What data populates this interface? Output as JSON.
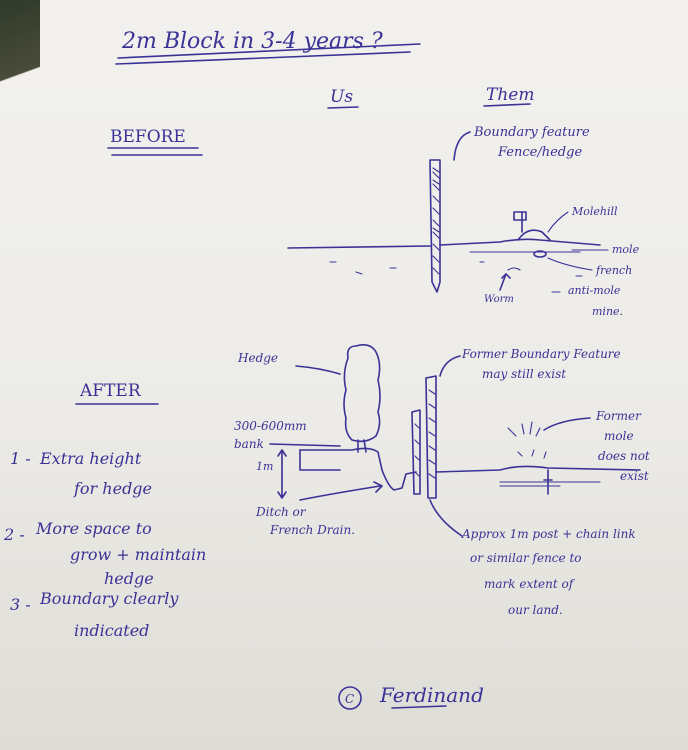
{
  "title": "2m Block in 3-4 years ?",
  "headers": {
    "us": "Us",
    "them": "Them"
  },
  "before": {
    "heading": "BEFORE",
    "boundary_feature": "Boundary feature",
    "boundary_feature_sub": "Fence/hedge",
    "molehill": "Molehill",
    "mole": "mole",
    "french": "french",
    "anti_mole": "anti-mole",
    "mine": "mine.",
    "worm": "Worm"
  },
  "after": {
    "heading": "AFTER",
    "hedge": "Hedge",
    "former_boundary": "Former Boundary Feature",
    "may_still_exist": "may still exist",
    "bank": "300-600mm",
    "bank_sub": "bank",
    "one_m": "1m",
    "ditch": "Ditch or",
    "french_drain": "French Drain.",
    "former_mole_1": "Former",
    "former_mole_2": "mole",
    "former_mole_3": "does not",
    "former_mole_4": "exist",
    "post_1": "Approx 1m post + chain link",
    "post_2": "or similar fence to",
    "post_3": "mark extent of",
    "post_4": "our land."
  },
  "notes": [
    {
      "num": "1 -",
      "line1": "Extra height",
      "line2": "for hedge"
    },
    {
      "num": "2 -",
      "line1": "More space to",
      "line2": "grow + maintain",
      "line3": "hedge"
    },
    {
      "num": "3 -",
      "line1": "Boundary clearly",
      "line2": "indicated"
    }
  ],
  "signature": "Ferdinand",
  "copyright": "C",
  "colors": {
    "ink": "#3a3296",
    "paper": "#f2f1ee"
  }
}
